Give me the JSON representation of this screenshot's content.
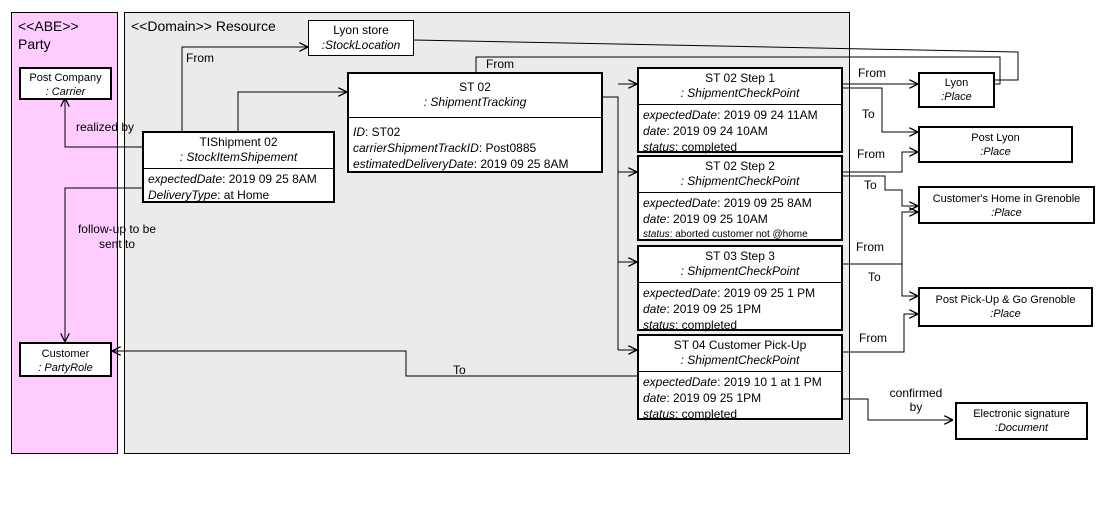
{
  "regions": {
    "party": {
      "stereotype": "<<ABE>>",
      "name": "Party"
    },
    "resource": {
      "title": "<<Domain>> Resource"
    }
  },
  "boxes": {
    "lyon_store": {
      "name": "Lyon store",
      "type": ":StockLocation"
    },
    "post_company": {
      "name": "Post Company",
      "type": ": Carrier"
    },
    "customer": {
      "name": "Customer",
      "type": ": PartyRole"
    },
    "tishipment": {
      "name": "TIShipment 02",
      "type": ": StockItemShipement",
      "attrs": [
        {
          "k": "expectedDate",
          "v": ": 2019 09 25 8AM"
        },
        {
          "k": "DeliveryType",
          "v": ": at Home"
        }
      ]
    },
    "st02": {
      "name": "ST 02",
      "type": ": ShipmentTracking",
      "attrs": [
        {
          "k": "ID",
          "v": ": ST02"
        },
        {
          "k": "carrierShipmentTrackID",
          "v": ": Post0885"
        },
        {
          "k": "estimatedDeliveryDate",
          "v": ": 2019 09 25 8AM"
        }
      ]
    },
    "step1": {
      "name": "ST 02 Step 1",
      "type": ": ShipmentCheckPoint",
      "attrs": [
        {
          "k": "expectedDate",
          "v": ": 2019 09 24 11AM"
        },
        {
          "k": "date",
          "v": ": 2019 09 24 10AM"
        },
        {
          "k": "status",
          "v": ": completed"
        }
      ]
    },
    "step2": {
      "name": "ST 02 Step 2",
      "type": ": ShipmentCheckPoint",
      "attrs": [
        {
          "k": "expectedDate",
          "v": ": 2019 09 25 8AM"
        },
        {
          "k": "date",
          "v": ": 2019 09 25 10AM"
        },
        {
          "k": "status",
          "v": ": aborted customer not @home"
        }
      ]
    },
    "step3": {
      "name": "ST 03 Step 3",
      "type": ": ShipmentCheckPoint",
      "attrs": [
        {
          "k": "expectedDate",
          "v": ": 2019 09 25 1 PM"
        },
        {
          "k": "date",
          "v": ": 2019 09 25 1PM"
        },
        {
          "k": "status",
          "v": ": completed"
        }
      ]
    },
    "step4": {
      "name": "ST 04 Customer Pick-Up",
      "type": ": ShipmentCheckPoint",
      "attrs": [
        {
          "k": "expectedDate",
          "v": ": 2019 10 1 at 1 PM"
        },
        {
          "k": "date",
          "v": ": 2019 09 25 1PM"
        },
        {
          "k": "status",
          "v": ": completed"
        }
      ]
    },
    "lyon": {
      "name": "Lyon",
      "type": ":Place"
    },
    "post_lyon": {
      "name": "Post Lyon",
      "type": ":Place"
    },
    "customers_home": {
      "name": "Customer's Home in Grenoble",
      "type": ":Place"
    },
    "post_pickup": {
      "name": "Post Pick-Up & Go Grenoble",
      "type": ":Place"
    },
    "esignature": {
      "name": "Electronic signature",
      "type": ":Document"
    }
  },
  "labels": {
    "realized_by": "realized by",
    "follow_up": "follow-up to be sent to",
    "from_store": "From",
    "from_st02": "From",
    "step1_from": "From",
    "step1_to": "To",
    "step2_from": "From",
    "step2_to": "To",
    "step3_from": "From",
    "step3_to": "To",
    "step4_from": "From",
    "step4_to_customer": "To",
    "confirmed_by": "confirmed by"
  },
  "colors": {
    "party_bg": "#ffccff",
    "resource_bg": "#ebebeb",
    "line": "#000000"
  }
}
